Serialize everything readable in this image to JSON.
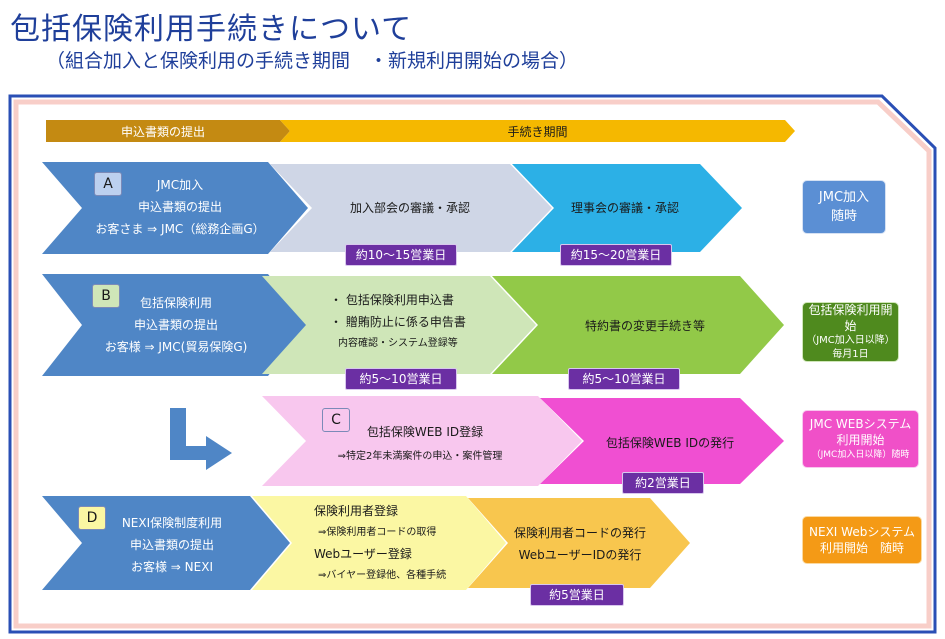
{
  "header": {
    "title": "包括保険利用手続きについて",
    "subtitle": "（組合加入と保険利用の手続き期間　・新規利用開始の場合）"
  },
  "timeline": {
    "phase1": "申込書類の提出",
    "phase2": "手続き期間"
  },
  "rowA": {
    "badge": "A",
    "lines": [
      "JMC加入",
      "申込書類の提出",
      "お客さま ⇒ JMC（総務企画G）"
    ],
    "step1": "加入部会の審議・承認",
    "step1_duration": "約10〜15営業日",
    "step2": "理事会の審議・承認",
    "step2_duration": "約15〜20営業日",
    "result": [
      "JMC加入",
      "随時"
    ]
  },
  "rowB": {
    "badge": "B",
    "lines": [
      "包括保険利用",
      "申込書類の提出",
      "お客様 ⇒ JMC(貿易保険G)"
    ],
    "step1_items": [
      "・ 包括保険利用申込書",
      "・ 贈賄防止に係る申告書"
    ],
    "step1_note": "内容確認・システム登録等",
    "step1_duration": "約5〜10営業日",
    "step2": "特約書の変更手続き等",
    "step2_duration": "約5〜10営業日",
    "result": [
      "包括保険利用開始",
      "（JMC加入日以降）",
      "毎月1日"
    ]
  },
  "rowC": {
    "badge": "C",
    "step1": "包括保険WEB ID登録",
    "step1_note": "⇒特定2年未満案件の申込・案件管理",
    "step2": "包括保険WEB IDの発行",
    "step2_duration": "約2営業日",
    "result": [
      "JMC WEBシステム",
      "利用開始",
      "（JMC加入日以降）随時"
    ]
  },
  "rowD": {
    "badge": "D",
    "lines": [
      "NEXI保険制度利用",
      "申込書類の提出",
      "お客様 ⇒ NEXI"
    ],
    "step1_lines": [
      "保険利用者登録",
      "⇒保険利用者コードの取得",
      "Webユーザー登録",
      "⇒バイヤー登録他、各種手続"
    ],
    "step2_lines": [
      "保険利用者コードの発行",
      "WebユーザーIDの発行"
    ],
    "step2_duration": "約5営業日",
    "result": [
      "NEXI Webシステム",
      "利用開始　随時"
    ]
  },
  "colors": {
    "title": "#1f3f9a",
    "phase1": "#c48a12",
    "phase2": "#f5b800",
    "applyBlue": "#4f86c6",
    "gray": "#cfd6e6",
    "cyan": "#2cb0e6",
    "lightGreen": "#cfe6b8",
    "green": "#92c948",
    "pinkLight": "#f8c7ee",
    "pink": "#f04fd2",
    "yellow": "#fbf7a3",
    "orange": "#f8c64e",
    "duration": "#6b2fa3",
    "resultA": "#5b8fd4",
    "resultB": "#4f8a1e",
    "resultC": "#f050c8",
    "resultD": "#f49a16"
  }
}
